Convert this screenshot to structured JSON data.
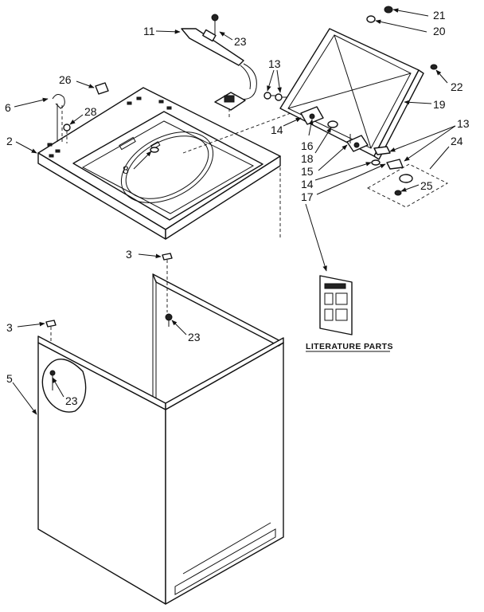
{
  "labels": {
    "l2": "2",
    "l3a": "3",
    "l3b": "3",
    "l5": "5",
    "l6": "6",
    "l8": "8",
    "l11": "11",
    "l13a": "13",
    "l13b": "13",
    "l14a": "14",
    "l14b": "14",
    "l15": "15",
    "l16": "16",
    "l17": "17",
    "l18": "18",
    "l19": "19",
    "l20": "20",
    "l21": "21",
    "l22": "22",
    "l23a": "23",
    "l23b": "23",
    "l23c": "23",
    "l24": "24",
    "l25": "25",
    "l26": "26",
    "l28": "28"
  },
  "literature_caption": "LITERATURE PARTS"
}
